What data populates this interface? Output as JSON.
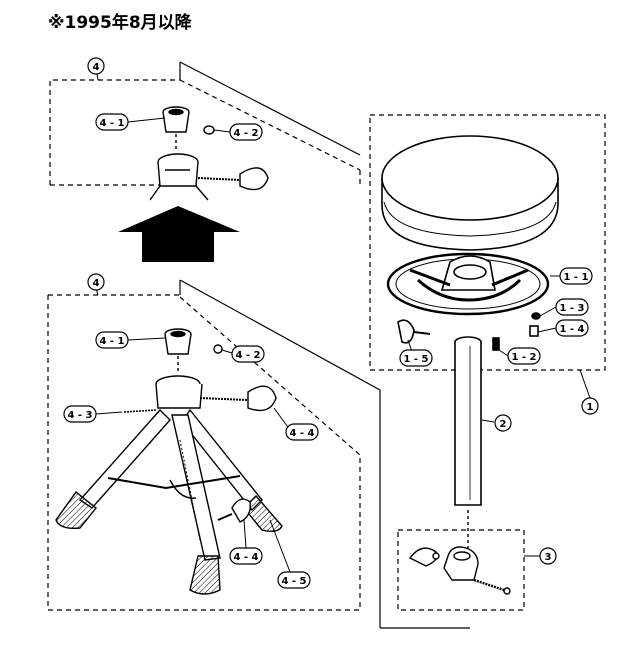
{
  "title": "※1995年8月以降",
  "callouts": {
    "g4_top": "4",
    "g4_bottom": "4",
    "g1": "1",
    "g2": "2",
    "g3": "3",
    "p4_1_top": "4 - 1",
    "p4_2_top": "4 - 2",
    "p4_1": "4 - 1",
    "p4_2": "4 - 2",
    "p4_3": "4 - 3",
    "p4_4a": "4 - 4",
    "p4_4b": "4 - 4",
    "p4_5": "4 - 5",
    "p1_1": "1 - 1",
    "p1_2": "1 - 2",
    "p1_3": "1 - 3",
    "p1_4": "1 - 4",
    "p1_5": "1 - 5"
  }
}
